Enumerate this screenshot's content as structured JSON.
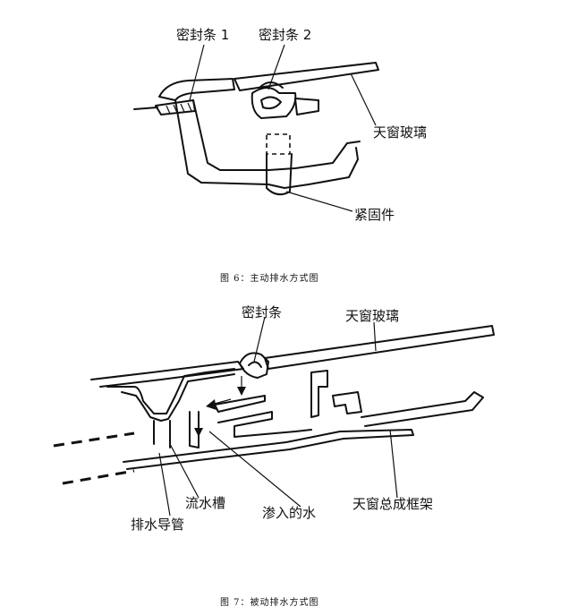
{
  "figure6": {
    "labels": {
      "seal1": "密封条 1",
      "seal2": "密封条 2",
      "glass": "天窗玻璃",
      "fastener": "紧固件"
    },
    "caption": "图 6：主动排水方式图"
  },
  "figure7": {
    "labels": {
      "seal": "密封条",
      "glass": "天窗玻璃",
      "trough": "流水槽",
      "water": "渗入的水",
      "frame": "天窗总成框架",
      "drain": "排水导管"
    },
    "caption": "图 7：被动排水方式图"
  }
}
